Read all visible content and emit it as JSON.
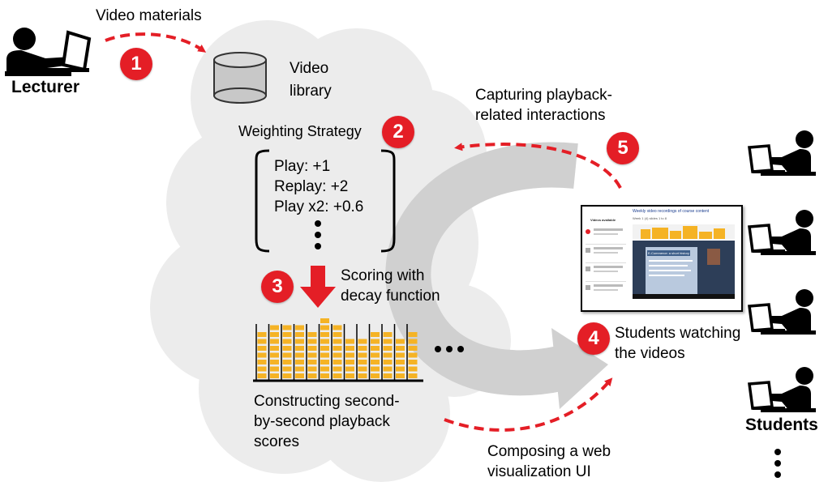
{
  "labels": {
    "lecturer": "Lecturer",
    "students": "Students",
    "video_materials": "Video materials",
    "video_library_line1": "Video",
    "video_library_line2": "library",
    "weighting_strategy": "Weighting Strategy",
    "capturing_line1": "Capturing playback-",
    "capturing_line2": "related interactions",
    "scoring_line1": "Scoring with",
    "scoring_line2": "decay function",
    "constructing_line1": "Constructing second-",
    "constructing_line2": "by-second playback",
    "constructing_line3": "scores",
    "composing_line1": "Composing a web",
    "composing_line2": "visualization UI",
    "watching_line1": "Students watching",
    "watching_line2": "the videos"
  },
  "weights": [
    "Play: +1",
    "Replay: +2",
    "Play x2: +0.6"
  ],
  "steps": [
    "1",
    "2",
    "3",
    "4",
    "5"
  ],
  "screen": {
    "list_title": "Videos available",
    "page_title": "Weekly video recordings of course content",
    "subtitle": "Week 1 (4) slides 1 to 8",
    "slide_title": "E-Commerce: a short history"
  },
  "colors": {
    "accent_red": "#e41e26",
    "bar_orange": "#f5b325",
    "cloud_gray": "#ececec",
    "arrow_gray": "#cfcfcf"
  },
  "playback_bars": [
    7,
    8,
    8,
    8,
    7,
    9,
    8,
    6,
    6,
    7,
    7,
    6,
    7
  ],
  "icons": [
    "lecturer-laptop-icon",
    "database-icon",
    "student-laptop-icon",
    "down-arrow-icon"
  ]
}
